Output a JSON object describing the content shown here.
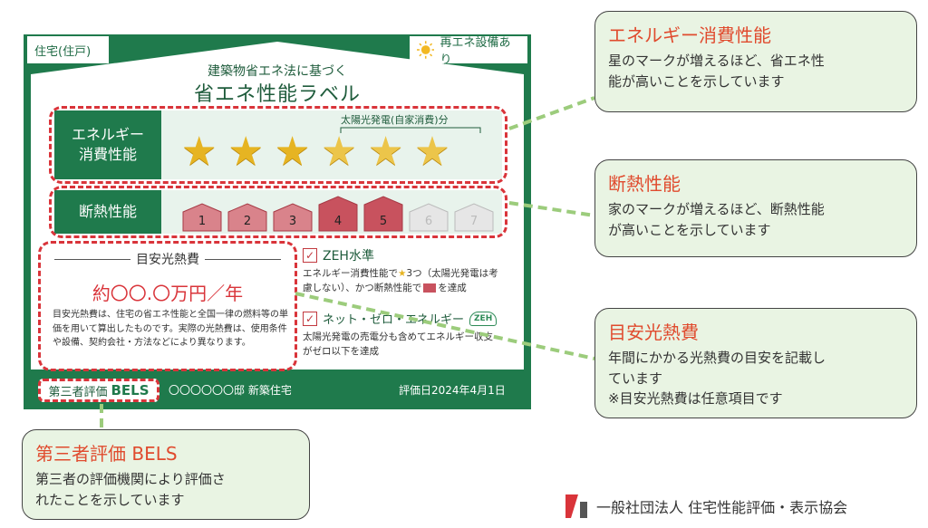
{
  "label": {
    "building_type": "住宅(住戸)",
    "renewable": "再エネ設備あり",
    "subtitle": "建築物省エネ法に基づく",
    "title": "省エネ性能ラベル",
    "energy_row_label_line1": "エネルギー",
    "energy_row_label_line2": "消費性能",
    "solar_bracket": "太陽光発電(自家消費)分",
    "energy_stars_filled": 3,
    "energy_stars_solar": 3,
    "insulation_row_label": "断熱性能",
    "insulation_levels": [
      "1",
      "2",
      "3",
      "4",
      "5",
      "6",
      "7"
    ],
    "insulation_level_achieved": 5,
    "fee_heading": "目安光熱費",
    "fee_value": "約〇〇.〇万円／年",
    "fee_note": "目安光熱費は、住宅の省エネ性能と全国一律の燃料等の単価を用いて算出したものです。実際の光熱費は、使用条件や設備、契約会社・方法などにより異なります。",
    "zeh_level_title": "ZEH水準",
    "zeh_level_desc_1": "エネルギー消費性能で",
    "zeh_level_desc_2": "3つ（太陽光発電は考慮しない）、かつ断熱性能で",
    "zeh_level_desc_3": "を達成",
    "net_zero_title": "ネット・ゼロ・エネルギー",
    "zeh_badge": "ZEH",
    "net_zero_desc": "太陽光発電の売電分も含めてエネルギー収支がゼロ以下を達成",
    "bels_prefix": "第三者評価",
    "bels_brand": "BELS",
    "company": "〇〇〇〇〇〇邸 新築住宅",
    "eval_date": "評価日2024年4月1日"
  },
  "callouts": {
    "energy": {
      "title": "エネルギー消費性能",
      "line1": "星のマークが増えるほど、省エネ性",
      "line2": "能が高いことを示しています"
    },
    "insulation": {
      "title": "断熱性能",
      "line1": "家のマークが増えるほど、断熱性能",
      "line2": "が高いことを示しています"
    },
    "fee": {
      "title": "目安光熱費",
      "line1": "年間にかかる光熱費の目安を記載し",
      "line2": "ています",
      "line3": "※目安光熱費は任意項目です"
    },
    "bels": {
      "title": "第三者評価 BELS",
      "line1": "第三者の評価機関により評価さ",
      "line2": "れたことを示しています"
    }
  },
  "footer": {
    "org": "一般社団法人 住宅性能評価・表示協会"
  },
  "colors": {
    "green": "#1f7a4c",
    "red_dash": "#d9343a",
    "callout_bg": "#e9f4e3",
    "callout_title": "#e04b2e",
    "house_active": "#c8525e"
  }
}
